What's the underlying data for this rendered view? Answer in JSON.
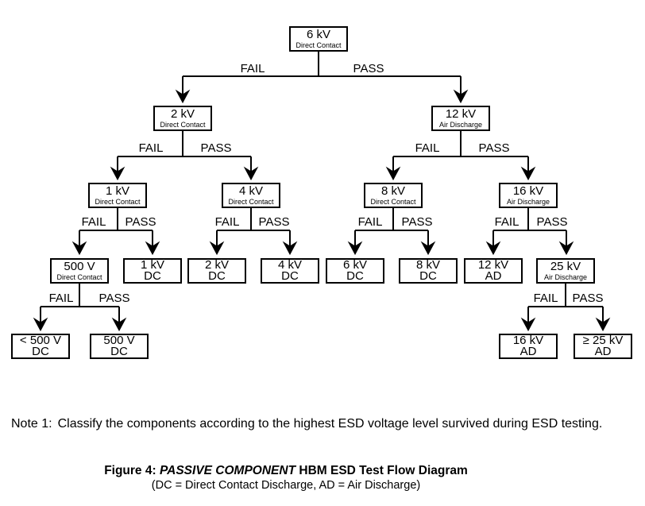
{
  "diagram": {
    "nodes": [
      {
        "voltage": "6 kV",
        "subtitle": "Direct Contact"
      },
      {
        "voltage": "2 kV",
        "subtitle": "Direct Contact"
      },
      {
        "voltage": "12 kV",
        "subtitle": "Air Discharge"
      },
      {
        "voltage": "1 kV",
        "subtitle": "Direct Contact"
      },
      {
        "voltage": "4 kV",
        "subtitle": "Direct Contact"
      },
      {
        "voltage": "8 kV",
        "subtitle": "Direct Contact"
      },
      {
        "voltage": "16 kV",
        "subtitle": "Air Discharge"
      },
      {
        "voltage": "500 V",
        "subtitle": "Direct Contact"
      },
      {
        "voltage": "1 kV",
        "subtitle": "DC"
      },
      {
        "voltage": "2 kV",
        "subtitle": "DC"
      },
      {
        "voltage": "4 kV",
        "subtitle": "DC"
      },
      {
        "voltage": "6 kV",
        "subtitle": "DC"
      },
      {
        "voltage": "8 kV",
        "subtitle": "DC"
      },
      {
        "voltage": "12 kV",
        "subtitle": "AD"
      },
      {
        "voltage": "25 kV",
        "subtitle": "Air Discharge"
      },
      {
        "voltage": "< 500 V",
        "subtitle": "DC"
      },
      {
        "voltage": "500 V",
        "subtitle": "DC"
      },
      {
        "voltage": "16 kV",
        "subtitle": "AD"
      },
      {
        "voltage": "≥ 25 kV",
        "subtitle": "AD"
      }
    ],
    "branches": [
      {
        "fail": "FAIL",
        "pass": "PASS"
      },
      {
        "fail": "FAIL",
        "pass": "PASS"
      },
      {
        "fail": "FAIL",
        "pass": "PASS"
      },
      {
        "fail": "FAIL",
        "pass": "PASS"
      },
      {
        "fail": "FAIL",
        "pass": "PASS"
      },
      {
        "fail": "FAIL",
        "pass": "PASS"
      },
      {
        "fail": "FAIL",
        "pass": "PASS"
      },
      {
        "fail": "FAIL",
        "pass": "PASS"
      },
      {
        "fail": "FAIL",
        "pass": "PASS"
      }
    ]
  },
  "note": {
    "label": "Note 1:",
    "text": "Classify the components according to the highest ESD voltage level survived during ESD testing."
  },
  "caption": {
    "figure_label": "Figure 4:",
    "emphasis": "PASSIVE COMPONENT",
    "title_rest": "HBM ESD Test Flow Diagram",
    "subtitle": "(DC = Direct Contact Discharge, AD = Air Discharge)"
  },
  "colors": {
    "line": "#000000",
    "text": "#000000",
    "background": "#ffffff"
  }
}
